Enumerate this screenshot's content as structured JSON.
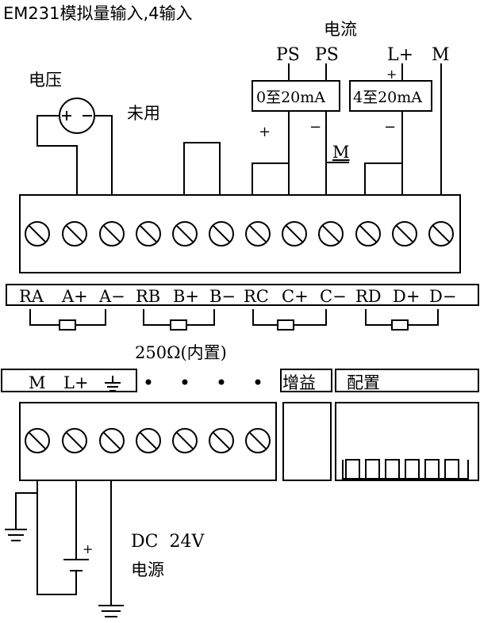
{
  "title": "EM231模拟量输入,4输入",
  "voltage_label": "电压",
  "unused_label": "未用",
  "current_label": "电流",
  "ps1": "PS",
  "ps2": "PS",
  "lplus_top": "L+",
  "m_top": "M",
  "range_box_1": "0至20mA",
  "range_box_2": "4至20mA",
  "plus_sign": "+",
  "minus_sign": "−",
  "m_mid": "M",
  "input_labels": {
    "ra": "RA",
    "aplus": "A+",
    "aminus": "A−",
    "rb": "RB",
    "bplus": "B+",
    "bminus": "B−",
    "rc": "RC",
    "cplus": "C+",
    "cminus": "C−",
    "rd": "RD",
    "dplus": "D+",
    "dminus": "D−"
  },
  "resistor_note": "250Ω(内置)",
  "power_labels": {
    "m": "M",
    "lplus": "L+"
  },
  "gain_label": "增益",
  "config_label": "配置",
  "supply_line1": "DC  24V",
  "supply_line2": "电源"
}
